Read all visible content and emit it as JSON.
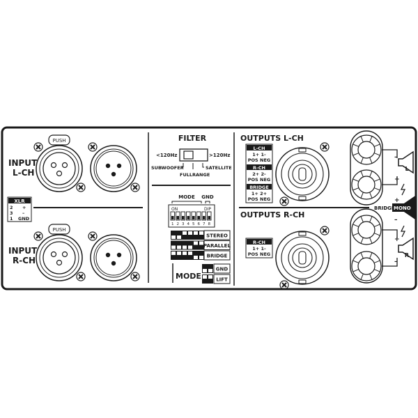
{
  "colors": {
    "ink": "#1a1a1a",
    "background": "#ffffff"
  },
  "inputs": {
    "left": {
      "label_line1": "INPUT",
      "label_line2": "L-CH",
      "push_label": "PUSH"
    },
    "right": {
      "label_line1": "INPUT",
      "label_line2": "R-CH",
      "push_label": "PUSH"
    },
    "xlr_legend": {
      "title": "XLR",
      "rows": [
        [
          "2",
          "+"
        ],
        [
          "3",
          "–"
        ],
        [
          "1",
          "GND"
        ]
      ]
    }
  },
  "filter": {
    "title": "FILTER",
    "low_label": "<120Hz",
    "high_label": ">120Hz",
    "subwoofer_label": "SUBWOOFER",
    "fullrange_label": "FULLRANGE",
    "satellite_label": "SATELLITE"
  },
  "dip": {
    "mode_label": "MODE",
    "gnd_label": "GND",
    "on_label": "ON",
    "dip_label": "DIP",
    "numbers": [
      "1",
      "2",
      "3",
      "4",
      "5",
      "6",
      "7",
      "8"
    ],
    "modes": [
      {
        "label": "STEREO",
        "switches": [
          "down",
          "down",
          "up",
          "up",
          "up",
          "up"
        ]
      },
      {
        "label": "PARALLEL",
        "switches": [
          "down",
          "down",
          "down",
          "down",
          "up",
          "up"
        ]
      },
      {
        "label": "BRIDGE",
        "switches": [
          "up",
          "up",
          "up",
          "up",
          "down",
          "down"
        ]
      }
    ],
    "ground_title": "MODE",
    "ground_modes": [
      {
        "label": "GND",
        "switches": [
          "down",
          "down"
        ]
      },
      {
        "label": "LIFT",
        "switches": [
          "up",
          "up"
        ]
      }
    ]
  },
  "outputs": {
    "left": {
      "title": "OUTPUTS L-CH",
      "legend": [
        {
          "header": "L-CH",
          "row1": "1+   1-",
          "row2": "POS NEG"
        },
        {
          "header": "R-CH",
          "row1": "2+   2-",
          "row2": "POS NEG"
        },
        {
          "header": "BRIDGE",
          "row1": "1+   2+",
          "row2": "POS NEG"
        }
      ]
    },
    "right": {
      "title": "OUTPUTS R-CH",
      "legend": [
        {
          "header": "R-CH",
          "row1": "1+   1-",
          "row2": "POS NEG"
        }
      ]
    },
    "bridge_label": "BRIDGE",
    "mono_label": "MONO",
    "speaker_left": "L",
    "speaker_right": "R",
    "plus": "+",
    "minus": "–"
  }
}
